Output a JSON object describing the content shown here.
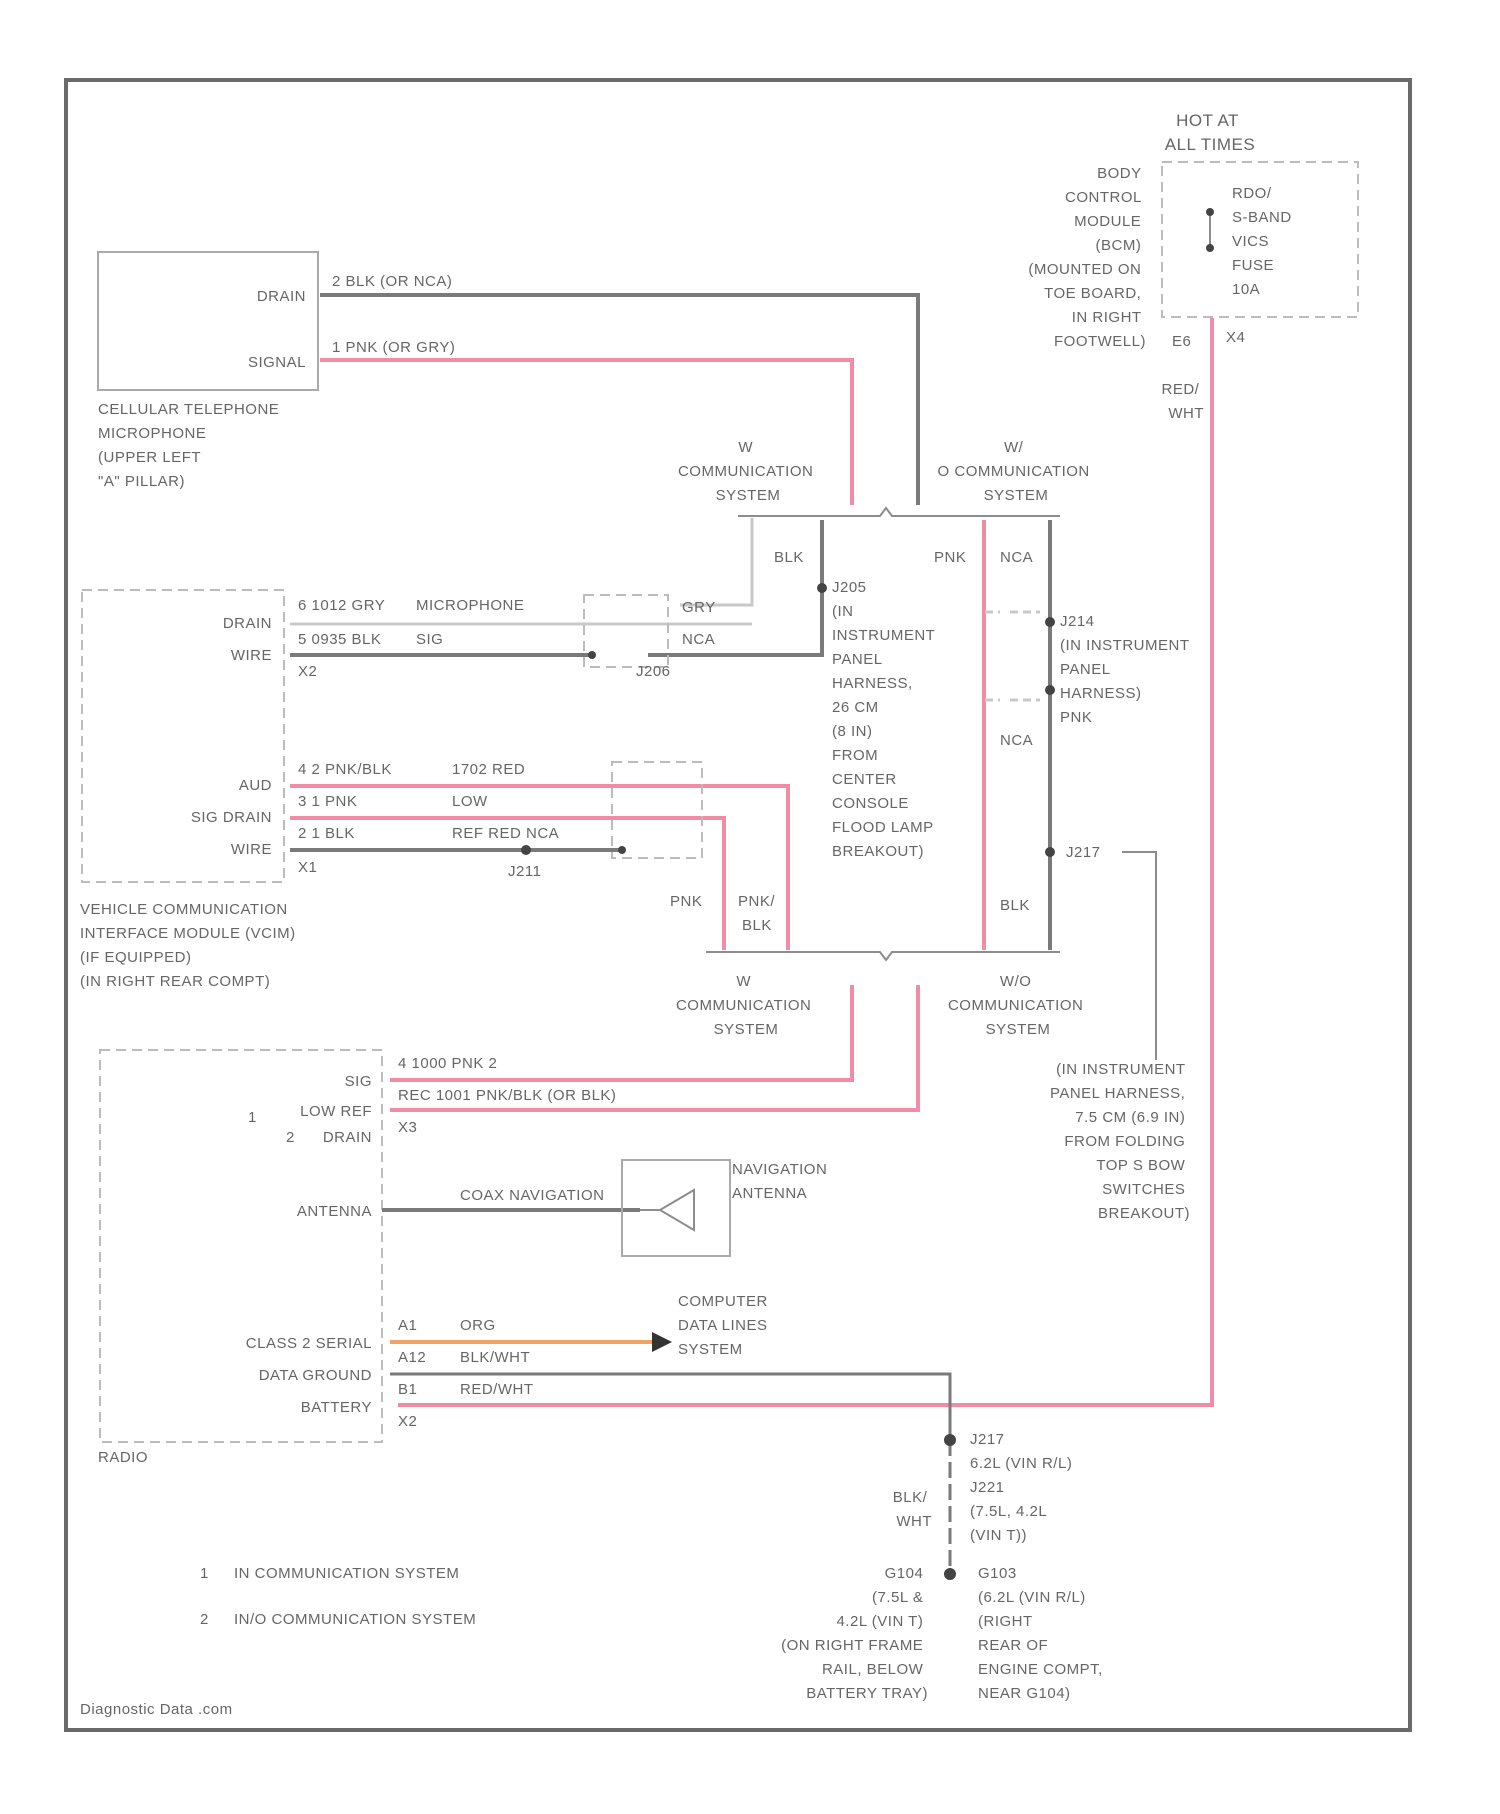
{
  "diagram": {
    "watermark": "Diagnostic Data .com",
    "legend": [
      {
        "num": "1",
        "text": "IN COMMUNICATION SYSTEM"
      },
      {
        "num": "2",
        "text": "IN/O COMMUNICATION SYSTEM"
      }
    ],
    "hot": [
      "HOT AT",
      "ALL TIMES"
    ],
    "bcm": {
      "label": [
        "BODY",
        "CONTROL",
        "MODULE",
        "(BCM)",
        "(MOUNTED ON",
        "TOE BOARD,",
        "IN RIGHT",
        "FOOTWELL)"
      ],
      "fuse": [
        "RDO/",
        "S-BAND",
        "VICS",
        "FUSE",
        "10A"
      ],
      "pin_left": "E6",
      "pin_right": "X4"
    },
    "feed_wire": [
      "RED/",
      "WHT"
    ],
    "mic": {
      "pins": [
        "DRAIN",
        "SIGNAL"
      ],
      "wire1": "2  BLK  (OR NCA)",
      "wire2": "1  PNK  (OR GRY)",
      "label": [
        "CELLULAR TELEPHONE",
        "MICROPHONE",
        "(UPPER LEFT",
        " \"A\" PILLAR)"
      ]
    },
    "sys_top_left": [
      "W",
      "COMMUNICATION",
      "SYSTEM"
    ],
    "sys_top_right": [
      "W/",
      "O COMMUNICATION",
      "SYSTEM"
    ],
    "sys_bot_left": [
      "W",
      "COMMUNICATION",
      "SYSTEM"
    ],
    "sys_bot_right": [
      "W/O",
      "COMMUNICATION",
      "SYSTEM"
    ],
    "harness_mid": {
      "blk": "BLK",
      "pnk": "PNK",
      "nca1": "NCA",
      "nca2": "NCA",
      "blk2": "BLK",
      "label1": [
        "J205",
        "(IN",
        "INSTRUMENT",
        "PANEL",
        "HARNESS,",
        "26 CM",
        "(8 IN)",
        "FROM",
        "CENTER",
        "CONSOLE",
        "FLOOD LAMP",
        "BREAKOUT)"
      ],
      "label2": [
        "J214",
        "(IN INSTRUMENT",
        "PANEL",
        "HARNESS)",
        "PNK"
      ],
      "j217": "J217"
    },
    "vcim": {
      "pins": [
        "DRAIN",
        "WIRE",
        "AUD",
        "SIG DRAIN",
        "WIRE"
      ],
      "w1a": "6  1012 GRY",
      "w1b": "MICROPHONE",
      "w2a": "5  0935  BLK",
      "w2b": "SIG",
      "x1": "X2",
      "gry": "GRY",
      "nca": "NCA",
      "j206": "J206",
      "w3a": "4  2  PNK/BLK",
      "w3b": "1702 RED",
      "w4a": "3  1  PNK",
      "w4b": "LOW",
      "w5a": "2  1  BLK",
      "w5b": "REF  RED  NCA",
      "x2": "X1",
      "j211": "J211",
      "pnk": "PNK",
      "pnkblk": [
        "PNK/",
        "BLK"
      ],
      "label": [
        "VEHICLE COMMUNICATION",
        "INTERFACE MODULE (VCIM)",
        "(IF EQUIPPED)",
        "(IN RIGHT REAR COMPT)"
      ]
    },
    "radio": {
      "pins": [
        "SIG",
        "LOW REF",
        "DRAIN",
        "ANTENNA",
        "CLASS 2 SERIAL",
        "DATA GROUND",
        "BATTERY"
      ],
      "leg1": "1",
      "leg2": "2",
      "w1": "4  1000  PNK  2",
      "w2": "REC  1001  PNK/BLK (OR BLK)",
      "x3": "X3",
      "coax": "COAX NAVIGATION",
      "nav_antenna": [
        "NAVIGATION",
        "ANTENNA"
      ],
      "a1": "A1",
      "a1w": "ORG",
      "a12": "A12",
      "a12w": "BLK/WHT",
      "b1": "B1",
      "b1w": "RED/WHT",
      "x2": "X2",
      "data_lines": [
        "COMPUTER",
        "DATA LINES",
        "SYSTEM"
      ],
      "label": "RADIO"
    },
    "breakout": [
      "(IN INSTRUMENT",
      "PANEL HARNESS,",
      "7.5 CM (6.9 IN)",
      "FROM FOLDING",
      "TOP S BOW",
      "SWITCHES",
      "BREAKOUT)"
    ],
    "ground": {
      "j_a": [
        "J217",
        "6.2L (VIN R/L)"
      ],
      "j_b": [
        "J221",
        "(7.5L, 4.2L",
        "(VIN T))"
      ],
      "wire": [
        "BLK/",
        "WHT"
      ],
      "g_left": [
        "G104",
        "(7.5L &",
        "4.2L (VIN T)",
        "(ON RIGHT FRAME",
        "RAIL, BELOW",
        "BATTERY TRAY)"
      ],
      "g_right": [
        "G103",
        "(6.2L (VIN R/L)",
        "(RIGHT",
        "REAR OF",
        "ENGINE COMPT,",
        "NEAR G104)"
      ]
    }
  }
}
